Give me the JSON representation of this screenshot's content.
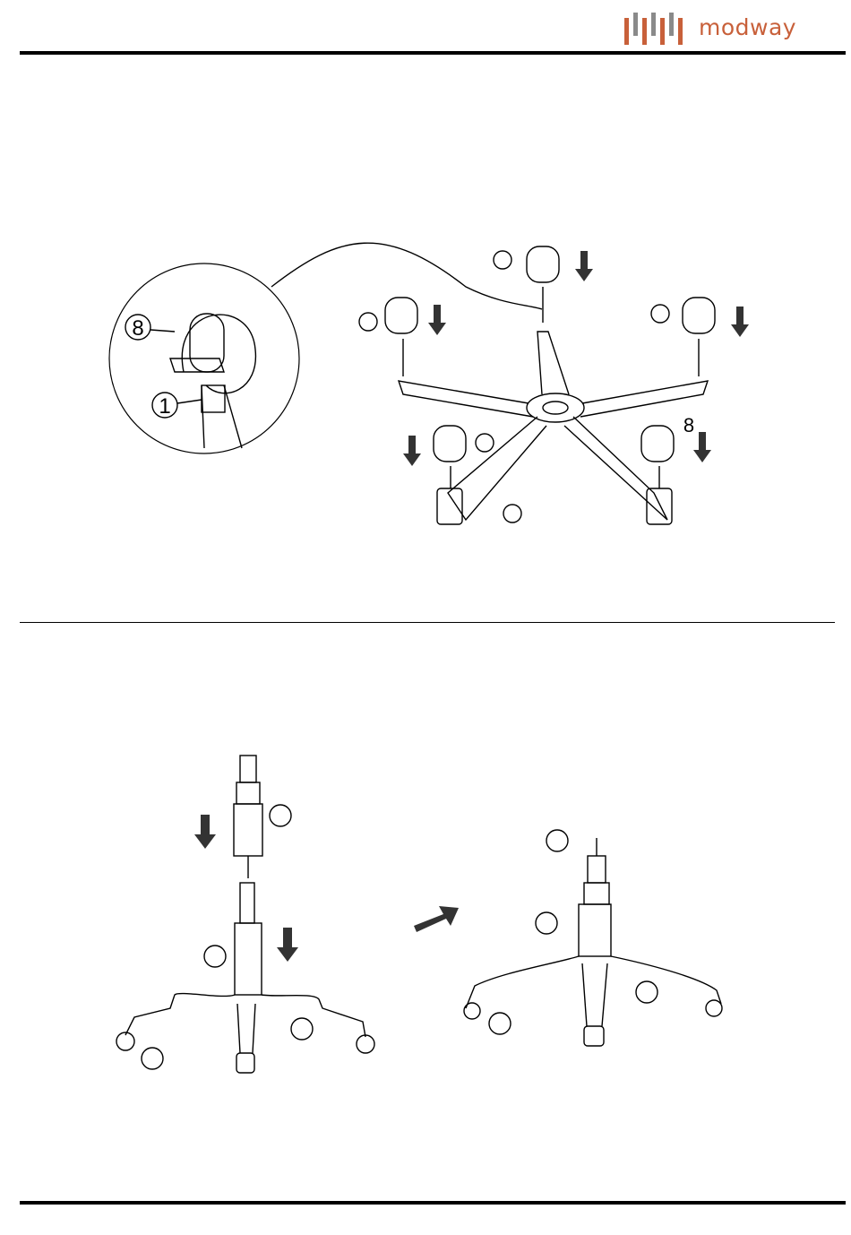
{
  "brand": {
    "name": "modway",
    "accent": "#c8603a",
    "bar_colors": [
      "#c8603a",
      "#8a8a8a"
    ]
  },
  "step1": {
    "detail_label_caster": "8",
    "detail_label_base": "1",
    "caster_label": "8"
  },
  "step2": {}
}
